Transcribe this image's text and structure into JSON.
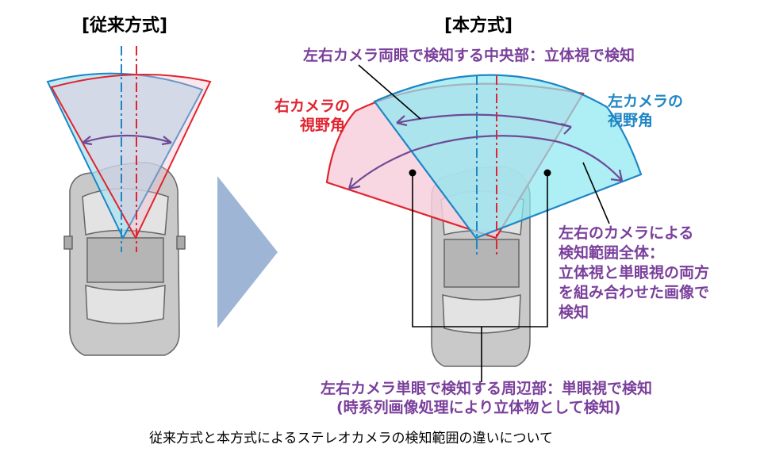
{
  "left_panel": {
    "heading": "[従来方式]"
  },
  "right_panel": {
    "heading": "[本方式]",
    "center_label": "左右カメラ両眼で検知する中央部：立体視で検知",
    "right_camera_fov": [
      "右カメラの",
      "視野角"
    ],
    "left_camera_fov": [
      "左カメラの",
      "視野角"
    ],
    "total_area": [
      "左右のカメラによる",
      "検知範囲全体：",
      "立体視と単眼視の両方",
      "を組み合わせた画像で",
      "検知"
    ],
    "periphery": [
      "左右カメラ単眼で検知する周辺部：単眼視で検知",
      "(時系列画像処理により立体物として検知)"
    ]
  },
  "caption": "従来方式と本方式によるステレオカメラの検知範囲の違いについて",
  "colors": {
    "red": "#e1242f",
    "blue": "#1f86c4",
    "purple": "#7a3f9b",
    "cyan_fill": "#9eeaf2",
    "pink_fill": "#f7d0dd",
    "arrow": "#9fb5d6"
  }
}
